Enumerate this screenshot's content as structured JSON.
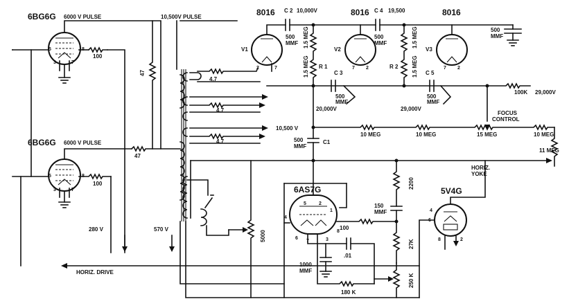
{
  "tubes": {
    "t1": "6BG6G",
    "t1_pulse": "6000 V PULSE",
    "t2": "6BG6G",
    "t2_pulse": "6000 V PULSE",
    "v1_type": "8016",
    "v1": "V1",
    "v2_type": "8016",
    "v2": "V2",
    "v3_type": "8016",
    "v3": "V3",
    "damper": "6AS7G",
    "rect": "5V4G"
  },
  "labels": {
    "pulse_10500": "10,500V PULSE",
    "c2": "C 2",
    "c2_v": "10,000V",
    "c2_val": "500",
    "c2_unit": "MMF",
    "c4": "C 4",
    "c4_v": "19,500",
    "c4_val": "500",
    "c4_unit": "MMF",
    "c_right_val": "500",
    "c_right_unit": "MMF",
    "r_15meg_a": "1.5 MEG",
    "r_15meg_b": "1.5 MEG",
    "r_15meg_c": "1.5 MEG",
    "r_15meg_d": "1.5 MEG",
    "r1": "R 1",
    "r2": "R 2",
    "c3": "C 3",
    "c3_val": "500",
    "c3_unit": "MMF",
    "v20000": "20,000V",
    "c5": "C 5",
    "c5_val": "500",
    "c5_unit": "MMF",
    "v29000a": "29,000V",
    "r100k": "100K",
    "v29000b": "29,000V",
    "focus1": "FOCUS",
    "focus2": "CONTROL",
    "v10500": "10,500 V",
    "r10meg_a": "10 MEG",
    "r10meg_b": "10 MEG",
    "r15meg": "15 MEG",
    "r10meg_c": "10 MEG",
    "r11meg": "11 MEG",
    "c1": "C1",
    "c1_val": "500",
    "c1_unit": "MMF",
    "r47_a": "47",
    "r47_b": "47",
    "r100_a": "100",
    "r100_b": "100",
    "r47_v1": "4.7",
    "r47_c": "4.7",
    "r47_d": "4.7",
    "v280": "280 V",
    "v570": "570 V",
    "r5000": "5000",
    "horiz_drive": "HORIZ. DRIVE",
    "horiz_yoke1": "HORIZ.",
    "horiz_yoke2": "YOKE",
    "r2200": "2200",
    "c150": "150",
    "c150_unit": "MMF",
    "r100_c": "100",
    "r27k": "27K",
    "c01": ".01",
    "c1000": "1000",
    "c1000_unit": "MMF",
    "r180k": "180 K",
    "r250k": "250 K"
  },
  "pins": {
    "a5": "5",
    "a3": "3",
    "a7": "7",
    "a8": "8",
    "b5": "5",
    "b3": "3",
    "b7": "7",
    "b8": "8",
    "v1_2": "2",
    "v1_7": "7",
    "v2_7": "7",
    "v2_2": "2",
    "v3_7": "7",
    "v3_2": "2",
    "d4": "4",
    "d5": "5",
    "d1": "1",
    "d2": "2",
    "d6": "6",
    "d7": "7",
    "d3": "3",
    "d8": "8",
    "r4": "4",
    "r6": "6",
    "r8": "8",
    "r2": "2"
  }
}
